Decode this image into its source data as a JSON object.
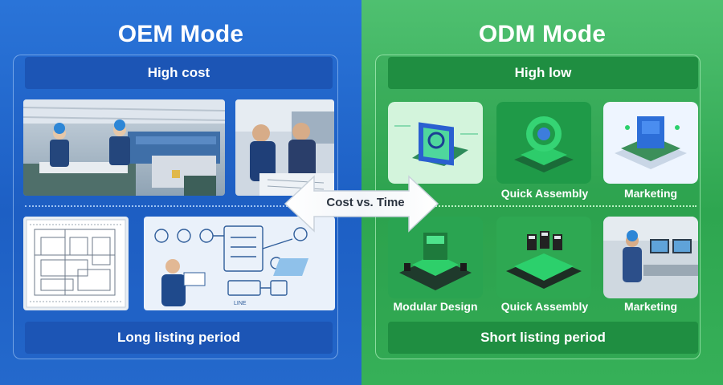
{
  "left": {
    "title": "OEM Mode",
    "top_bar": "High cost",
    "bottom_bar": "Long listing period",
    "colors": {
      "accent": "#1c55b5",
      "background": "#2469cc"
    }
  },
  "right": {
    "title": "ODM Mode",
    "top_bar": "High low",
    "bottom_bar": "Short listing period",
    "tiles_top": [
      "Quick Assembly",
      "Marketing"
    ],
    "tiles_bottom": [
      "Modular Design",
      "Quick Assembly",
      "Marketing"
    ],
    "colors": {
      "accent": "#1f8e41",
      "background": "#36b058"
    }
  },
  "center_arrow": {
    "label": "Cost vs. Time"
  },
  "diagram_labels": {
    "box_label": "LINE"
  }
}
